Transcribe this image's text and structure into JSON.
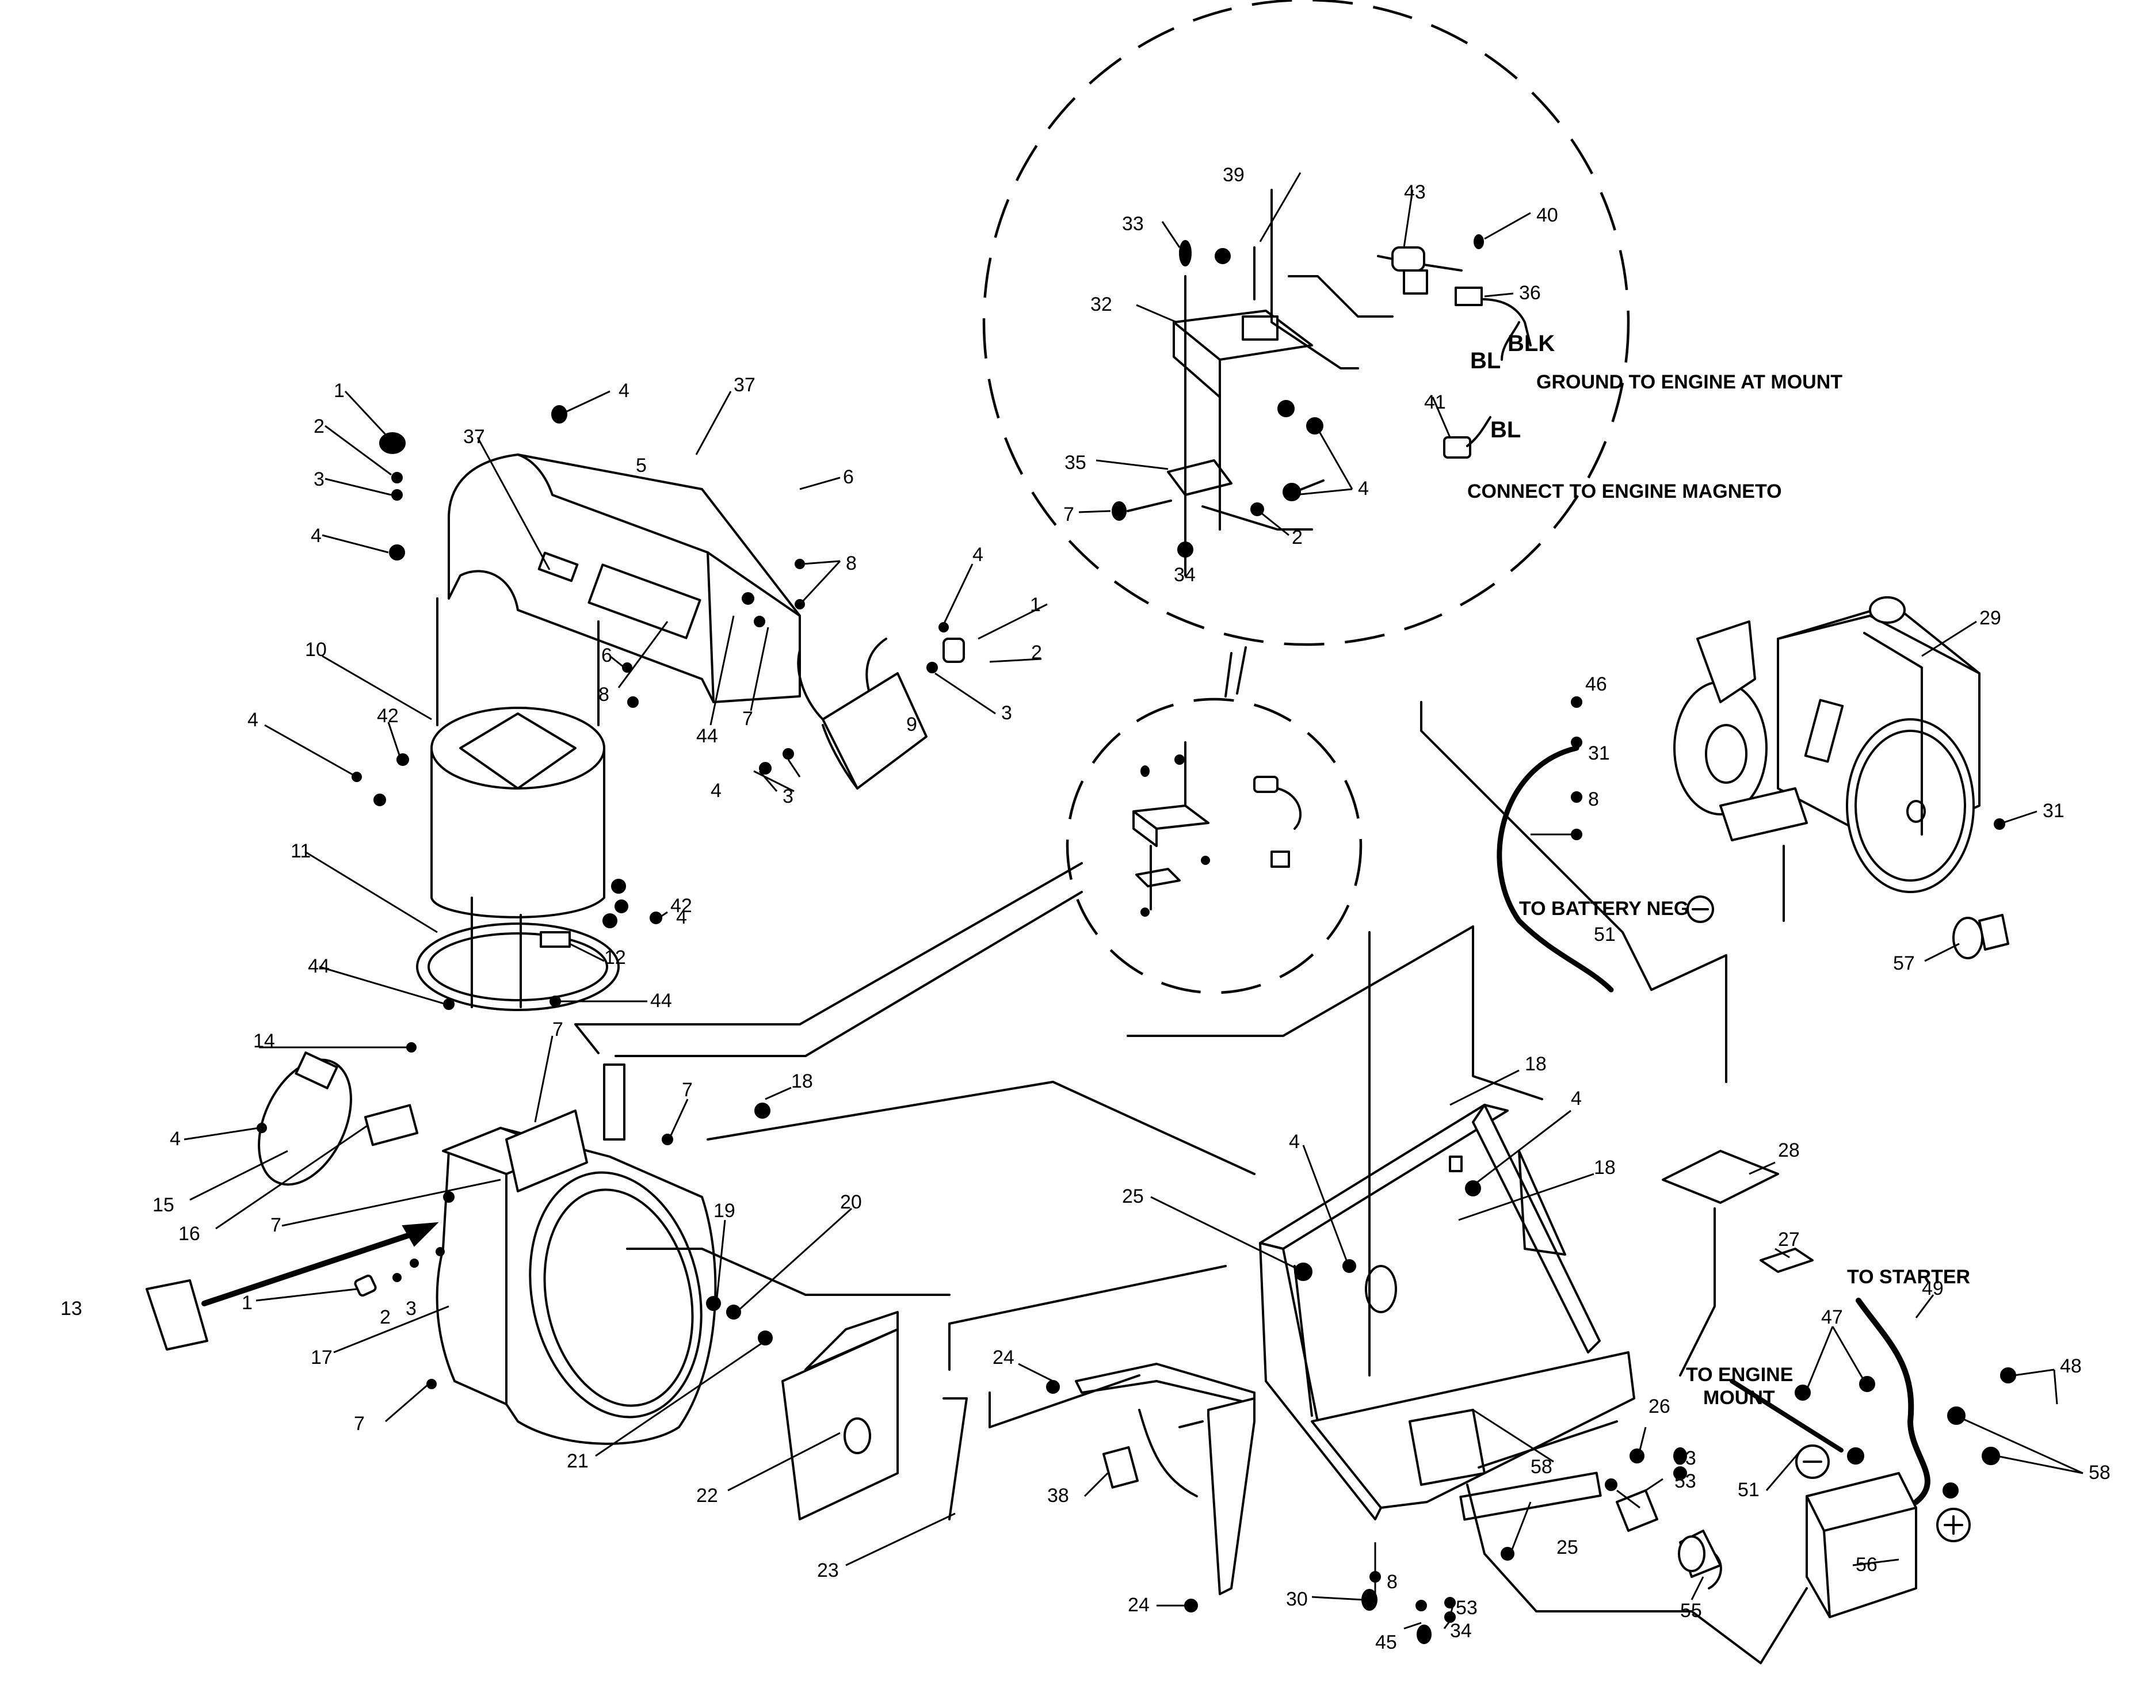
{
  "part_numbers": [
    "1",
    "2",
    "3",
    "4",
    "5",
    "6",
    "7",
    "8",
    "9",
    "10",
    "11",
    "12",
    "13",
    "14",
    "15",
    "16",
    "17",
    "18",
    "19",
    "20",
    "21",
    "22",
    "23",
    "24",
    "25",
    "26",
    "27",
    "28",
    "29",
    "30",
    "31",
    "32",
    "33",
    "34",
    "35",
    "36",
    "37",
    "38",
    "39",
    "40",
    "41",
    "42",
    "43",
    "44",
    "45",
    "46",
    "47",
    "48",
    "49",
    "51",
    "53",
    "55",
    "56",
    "57",
    "58"
  ],
  "notes": {
    "bl": "BL",
    "blk": "BLK",
    "ground": "GROUND TO ENGINE AT MOUNT",
    "magneto": "CONNECT TO ENGINE MAGNETO",
    "battery_neg": "TO BATTERY NEG",
    "to_starter": "TO STARTER",
    "to_engine": "TO ENGINE",
    "mount": "MOUNT"
  },
  "colors": {
    "ink": "#000000",
    "paper": "#ffffff"
  },
  "icons": {
    "negative": "minus-circle-icon",
    "positive": "plus-circle-icon"
  }
}
